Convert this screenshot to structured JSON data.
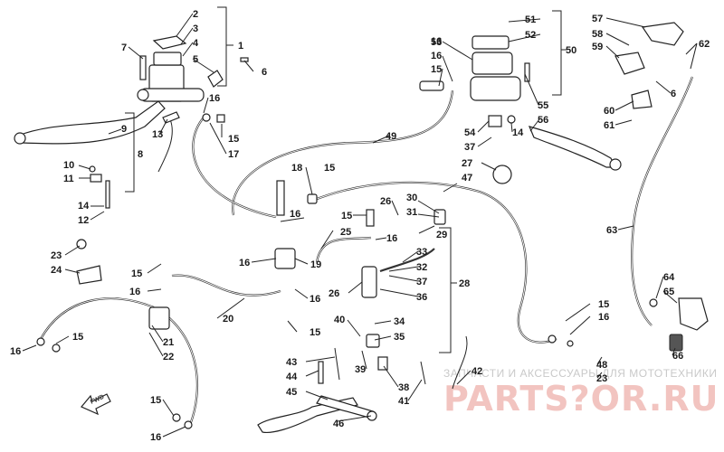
{
  "callouts": {
    "c1": "1",
    "c2": "2",
    "c3": "3",
    "c4": "4",
    "c5": "5",
    "c6": "6",
    "c6b": "6",
    "c7": "7",
    "c8": "8",
    "c9": "9",
    "c10": "10",
    "c11": "11",
    "c12": "12",
    "c13": "13",
    "c14a": "14",
    "c14b": "14",
    "c15a": "15",
    "c15b": "15",
    "c15c": "15",
    "c15d": "15",
    "c15e": "15",
    "c15f": "15",
    "c15g": "15",
    "c15h": "15",
    "c15i": "15",
    "c15j": "15",
    "c16a": "16",
    "c16b": "16",
    "c16c": "16",
    "c16d": "16",
    "c16e": "16",
    "c16f": "16",
    "c16g": "16",
    "c16h": "16",
    "c16i": "16",
    "c16j": "16",
    "c16k": "16",
    "c17": "17",
    "c18": "18",
    "c19": "19",
    "c20": "20",
    "c21": "21",
    "c22": "22",
    "c23a": "23",
    "c23b": "23",
    "c24": "24",
    "c25": "25",
    "c26a": "26",
    "c26b": "26",
    "c27": "27",
    "c28": "28",
    "c29": "29",
    "c30": "30",
    "c31": "31",
    "c32": "32",
    "c33": "33",
    "c34": "34",
    "c35": "35",
    "c36": "36",
    "c37a": "37",
    "c37b": "37",
    "c38": "38",
    "c39": "39",
    "c40": "40",
    "c41": "41",
    "c42": "42",
    "c43": "43",
    "c44": "44",
    "c45": "45",
    "c46": "46",
    "c47": "47",
    "c48": "48",
    "c49": "49",
    "c50": "50",
    "c51": "51",
    "c52": "52",
    "c53": "53",
    "c54": "54",
    "c55": "55",
    "c56": "56",
    "c57": "57",
    "c58": "58",
    "c59": "59",
    "c60": "60",
    "c61": "61",
    "c62": "62",
    "c63": "63",
    "c64": "64",
    "c65": "65",
    "c66": "66"
  },
  "watermark": {
    "caption": "ЗАПЧАСТИ И АКСЕССУАРЫ ДЛЯ МОТОТЕХНИКИ",
    "logo": "PARTS?OR.RU"
  },
  "fwd_label": "FWD",
  "colors": {
    "ink": "#222222",
    "watermark_logo": "#f2c4c0",
    "watermark_text": "#c9c9c9"
  }
}
